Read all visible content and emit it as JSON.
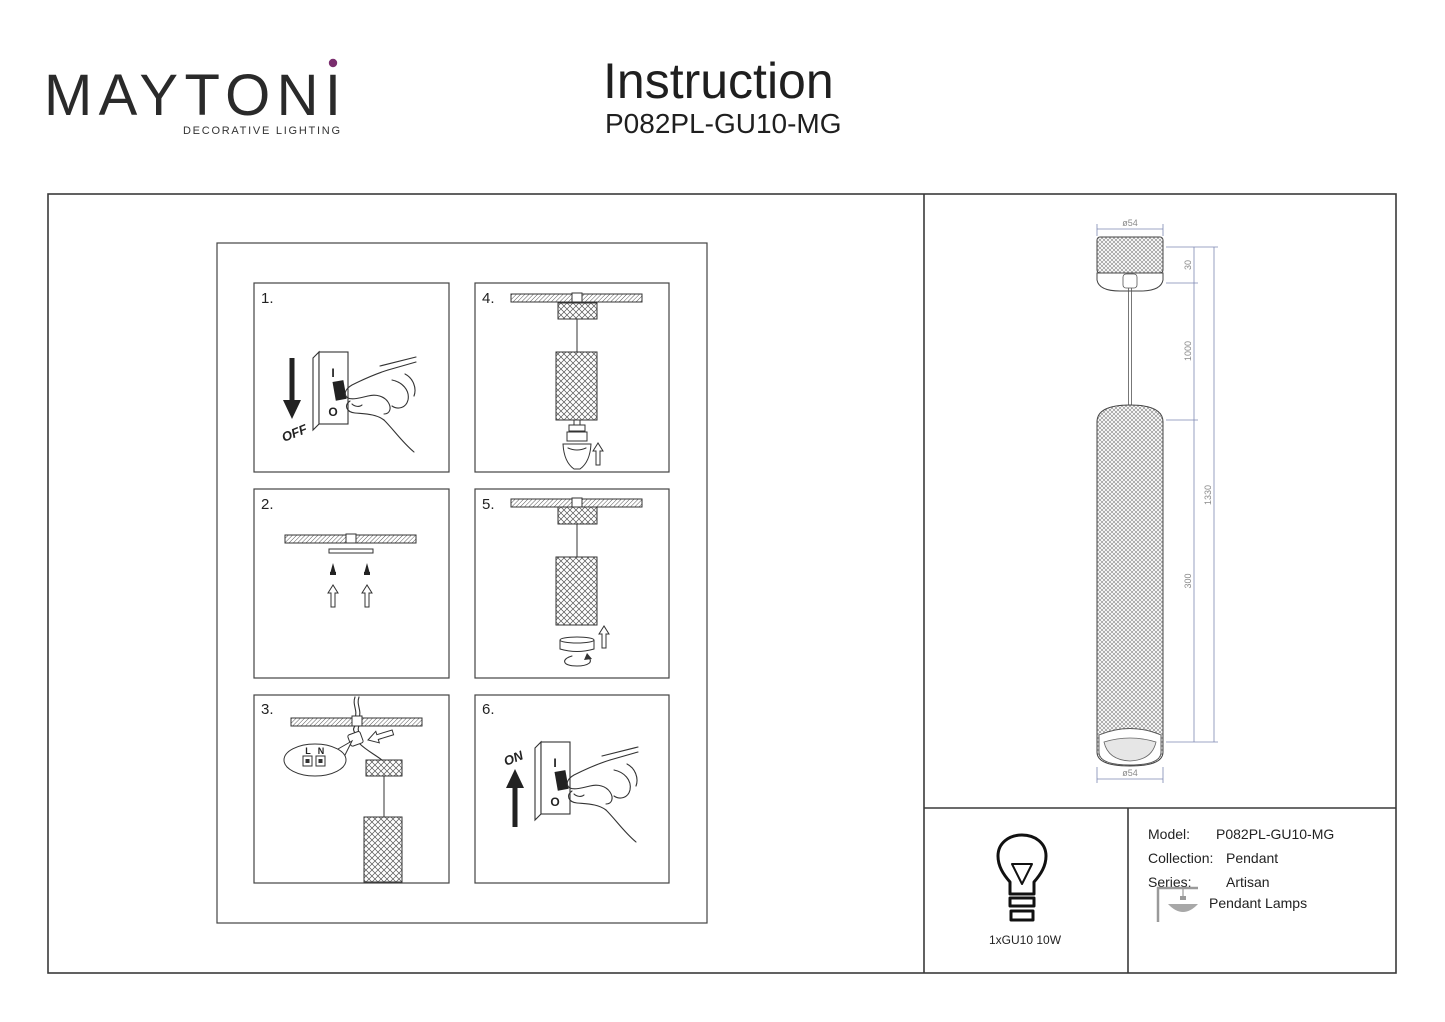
{
  "brand": {
    "name": "MAYTONI",
    "tagline": "DECORATIVE LIGHTING",
    "accent_color": "#7a2d6e"
  },
  "header": {
    "title": "Instruction",
    "model_code": "P082PL-GU10-MG"
  },
  "steps": [
    {
      "label": "1.",
      "switch_top": "I",
      "switch_bottom": "O",
      "action": "OFF"
    },
    {
      "label": "2."
    },
    {
      "label": "3.",
      "terminal_left": "L",
      "terminal_right": "N"
    },
    {
      "label": "4."
    },
    {
      "label": "5."
    },
    {
      "label": "6.",
      "switch_top": "I",
      "switch_bottom": "O",
      "action": "ON"
    }
  ],
  "drawing": {
    "canopy_diameter": "ø54",
    "canopy_height": "30",
    "cord_length": "1000",
    "overall_height": "1330",
    "body_height": "300",
    "body_diameter": "ø54"
  },
  "lamp": {
    "icon": "bulb-icon",
    "socket": "1xGU10 10W"
  },
  "specs": {
    "rows": [
      {
        "label": "Model:",
        "value": "P082PL-GU10-MG"
      },
      {
        "label": "Collection:",
        "value": "Pendant"
      },
      {
        "label": "Series:",
        "value": "Artisan"
      }
    ],
    "category_icon": "pendant-lamp-icon",
    "category": "Pendant Lamps"
  }
}
